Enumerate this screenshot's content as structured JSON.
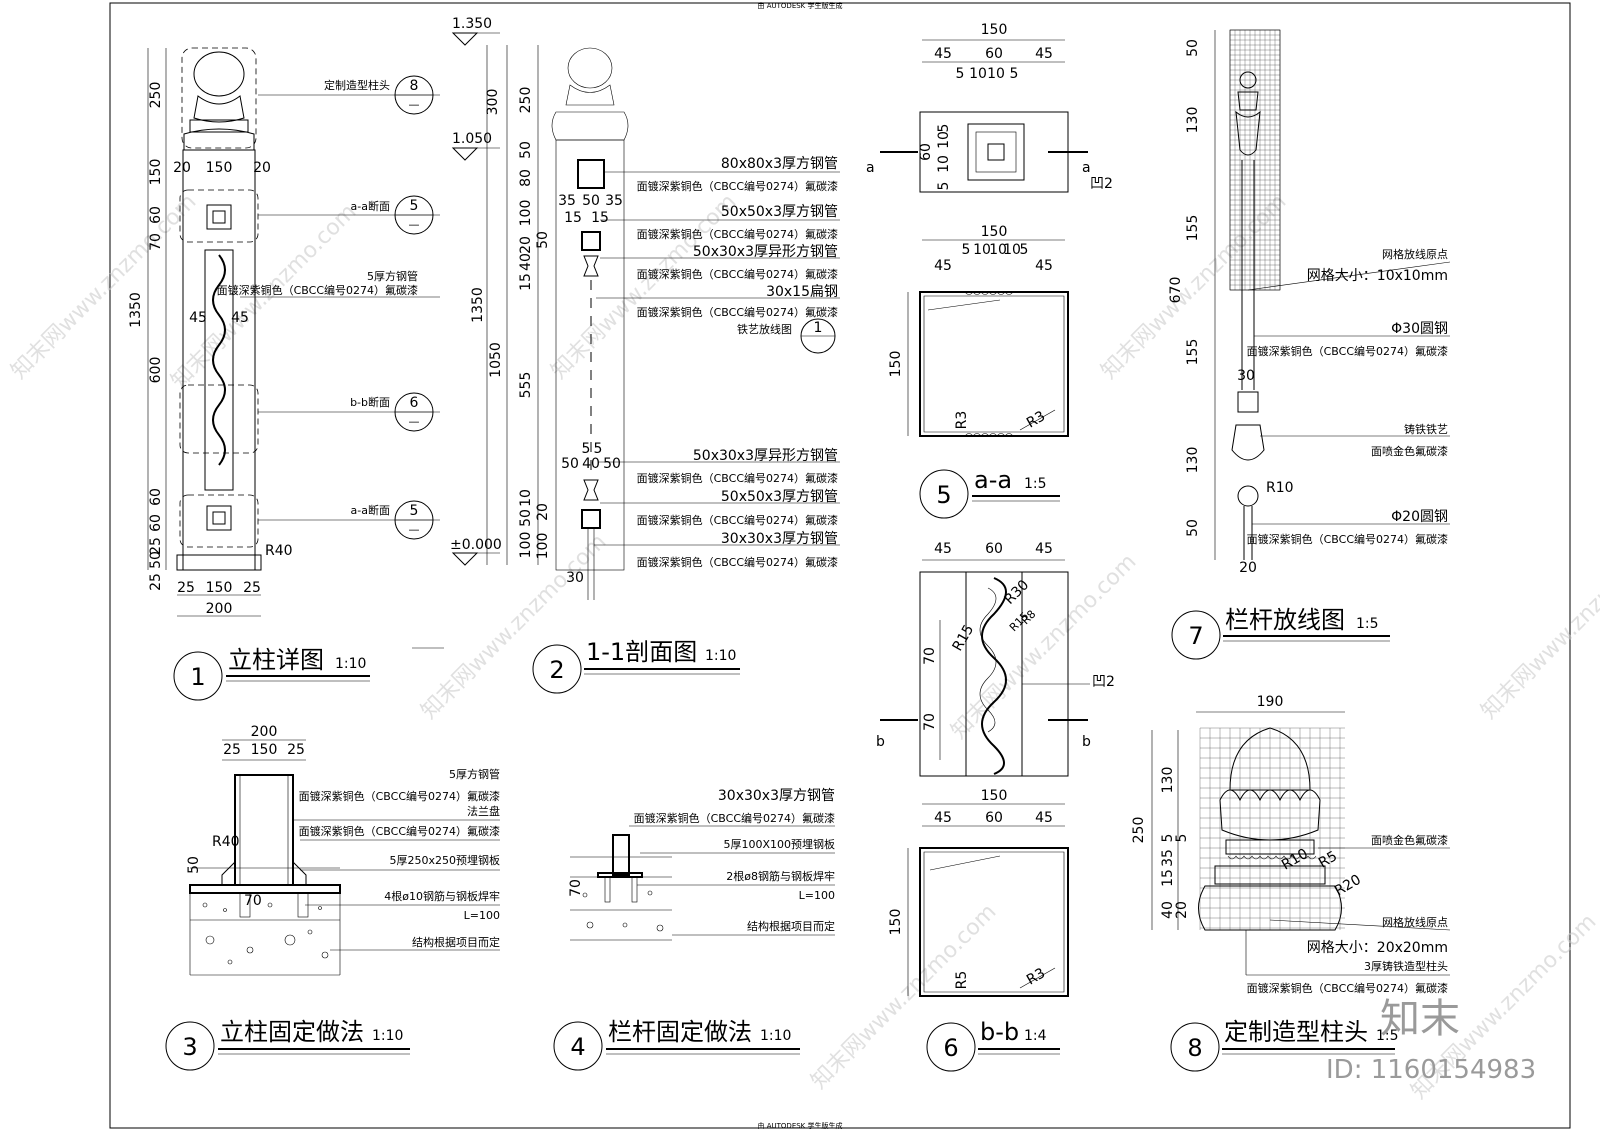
{
  "header_text": "由 AUTODESK 学生版生成",
  "footer_text": "由 AUTODESK 学生版生成",
  "watermark": "知末网www.znzmo.com",
  "brand": "知末",
  "id_label": "ID: 1160154983",
  "details": [
    {
      "num": "1",
      "title": "立柱详图",
      "scale": "1:10"
    },
    {
      "num": "2",
      "title": "1-1剖面图",
      "scale": "1:10"
    },
    {
      "num": "3",
      "title": "立柱固定做法",
      "scale": "1:10"
    },
    {
      "num": "4",
      "title": "栏杆固定做法",
      "scale": "1:10"
    },
    {
      "num": "5",
      "title": "a-a",
      "scale": "1:5"
    },
    {
      "num": "6",
      "title": "b-b",
      "scale": "1:4"
    },
    {
      "num": "7",
      "title": "栏杆放线图",
      "scale": "1:5"
    },
    {
      "num": "8",
      "title": "定制造型柱头",
      "scale": "1:5"
    }
  ],
  "d1": {
    "callouts": [
      "定制造型柱头",
      "a-a断面",
      "5厚方钢管",
      "面镀深紫铜色（CBCC编号0274）氟碳漆",
      "b-b断面",
      "a-a断面"
    ],
    "bubble_nums": [
      "8",
      "5",
      "6",
      "5"
    ],
    "bubble_sub": "—",
    "dims_v": [
      "250",
      "150",
      "60",
      "70",
      "600",
      "60",
      "60",
      "25",
      "50",
      "25",
      "1350"
    ],
    "dims_h_top": [
      "20",
      "150",
      "20"
    ],
    "dims_h_mid": [
      "45",
      "45"
    ],
    "dims_h_bot": [
      "25",
      "150",
      "25",
      "200"
    ],
    "radius": "R40"
  },
  "d2": {
    "levels": [
      "1.350",
      "1.050",
      "±0.000"
    ],
    "dims_v": [
      "300",
      "250",
      "50",
      "80",
      "100",
      "20",
      "40",
      "50",
      "555",
      "15",
      "1050",
      "1350",
      "10",
      "50",
      "20",
      "100",
      "100"
    ],
    "dims_h": [
      "35",
      "50",
      "35",
      "15",
      "15",
      "50",
      "40",
      "50",
      "5",
      "5",
      "30"
    ],
    "labels": [
      "80x80x3厚方钢管",
      "面镀深紫铜色（CBCC编号0274）氟碳漆",
      "50x50x3厚方钢管",
      "面镀深紫铜色（CBCC编号0274）氟碳漆",
      "50x30x3厚异形方钢管",
      "面镀深紫铜色（CBCC编号0274）氟碳漆",
      "30x15扁钢",
      "面镀深紫铜色（CBCC编号0274）氟碳漆",
      "铁艺放线图",
      "50x30x3厚异形方钢管",
      "面镀深紫铜色（CBCC编号0274）氟碳漆",
      "50x50x3厚方钢管",
      "面镀深紫铜色（CBCC编号0274）氟碳漆",
      "30x30x3厚方钢管",
      "面镀深紫铜色（CBCC编号0274）氟碳漆"
    ],
    "bubble_num": "1"
  },
  "d3": {
    "dims": [
      "200",
      "25",
      "150",
      "25",
      "R40",
      "50",
      "70"
    ],
    "labels": [
      "5厚方钢管",
      "面镀深紫铜色（CBCC编号0274）氟碳漆",
      "法兰盘",
      "面镀深紫铜色（CBCC编号0274）氟碳漆",
      "5厚250x250预埋钢板",
      "4根ø10钢筋与钢板焊牢",
      "L=100",
      "结构根据项目而定"
    ]
  },
  "d4": {
    "dims": [
      "70"
    ],
    "labels": [
      "30x30x3厚方钢管",
      "面镀深紫铜色（CBCC编号0274）氟碳漆",
      "5厚100X100预埋钢板",
      "2根ø8钢筋与钢板焊牢",
      "L=100",
      "结构根据项目而定"
    ]
  },
  "d5": {
    "top_dims": [
      "150",
      "45",
      "60",
      "45",
      "5",
      "10",
      "10",
      "5"
    ],
    "side_dims": [
      "60",
      "10",
      "10",
      "5",
      "5"
    ],
    "cut_labels": [
      "a",
      "a"
    ],
    "groove": "凹2",
    "sec_dims": [
      "150",
      "5",
      "10",
      "10",
      "10",
      "5",
      "45",
      "45",
      "150"
    ],
    "radii": [
      "R3",
      "R3"
    ]
  },
  "d6": {
    "top_dims": [
      "45",
      "60",
      "45"
    ],
    "radii": [
      "R30",
      "R15",
      "R15",
      "R8"
    ],
    "dims_v": [
      "70",
      "70"
    ],
    "cut_labels": [
      "b",
      "b"
    ],
    "groove": "凹2",
    "sec_dims": [
      "150",
      "45",
      "60",
      "45",
      "150"
    ],
    "sec_radii": [
      "R5",
      "R3"
    ]
  },
  "d7": {
    "dims_v": [
      "50",
      "130",
      "155",
      "670",
      "155",
      "130",
      "50"
    ],
    "dims_h": [
      "30",
      "20"
    ],
    "radius": "R10",
    "labels": [
      "网格放线原点",
      "网格大小：10x10mm",
      "Φ30圆钢",
      "面镀深紫铜色（CBCC编号0274）氟碳漆",
      "铸铁铁艺",
      "面喷金色氟碳漆",
      "Φ20圆钢",
      "面镀深紫铜色（CBCC编号0274）氟碳漆"
    ]
  },
  "d8": {
    "dim_w": "190",
    "dims_v": [
      "250",
      "130",
      "5",
      "5",
      "35",
      "15",
      "40",
      "20"
    ],
    "radii": [
      "R10",
      "R5",
      "R20"
    ],
    "labels": [
      "面喷金色氟碳漆",
      "网格放线原点",
      "网格大小：20x20mm",
      "3厚铸铁造型柱头",
      "面镀深紫铜色（CBCC编号0274）氟碳漆"
    ]
  }
}
